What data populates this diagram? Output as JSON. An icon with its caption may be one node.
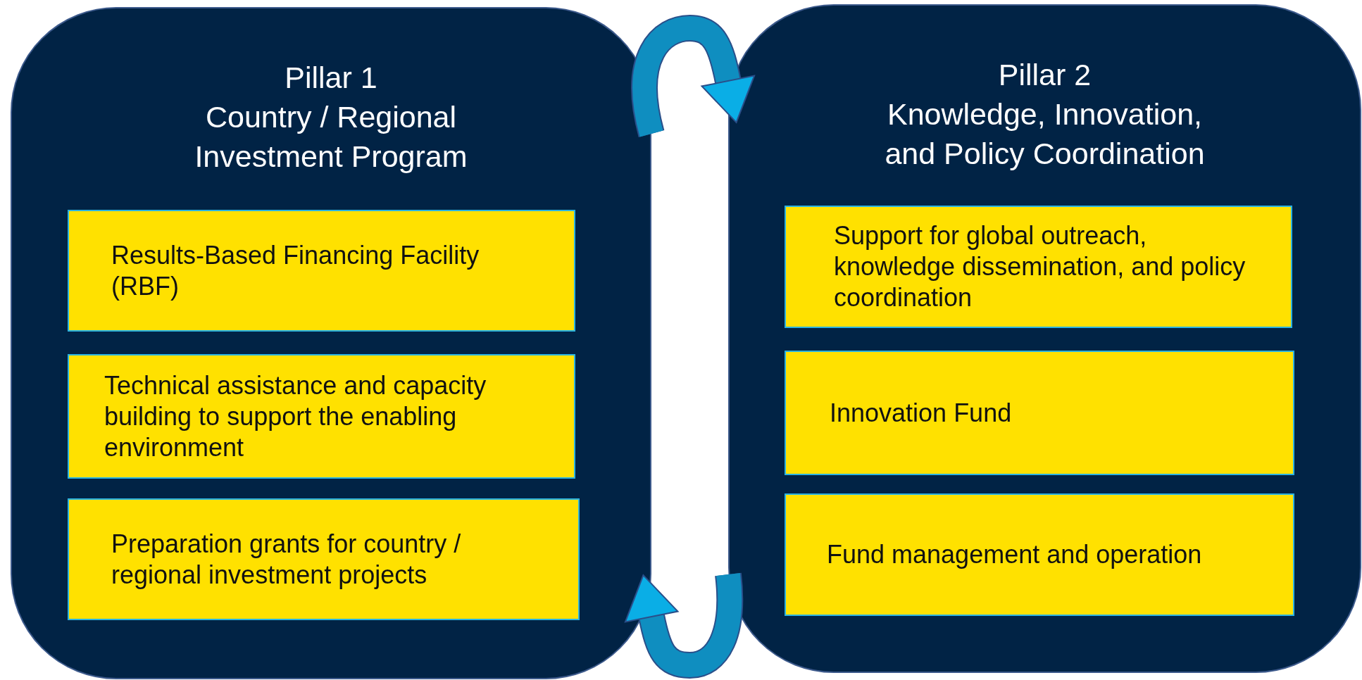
{
  "diagram": {
    "nodes": [
      {
        "text": [
          "Pillar 1",
          "Country / Regional Investment Program"
        ]
      },
      {
        "text": [
          "Results-Based Financing Facility (RBF)"
        ],
        "in": 0
      },
      {
        "text": [
          "Technical assistance and capacity building to support the enabling environment"
        ],
        "in": 0
      },
      {
        "text": [
          "Preparation grants for country / regional investment projects"
        ],
        "in": 0
      },
      {
        "text": [
          "Pillar 2",
          "Knowledge, Innovation, and Policy Coordination"
        ]
      },
      {
        "text": [
          "Support for global outreach, knowledge dissemination, and policy coordination"
        ],
        "in": 4
      },
      {
        "text": [
          "Innovation Fund"
        ],
        "in": 4
      },
      {
        "text": [
          "Fund management and operation"
        ],
        "in": 4
      }
    ],
    "edges": [
      {
        "from": 0,
        "to": 4,
        "arrow": "to"
      },
      {
        "from": 4,
        "to": 0,
        "arrow": "to"
      }
    ]
  }
}
